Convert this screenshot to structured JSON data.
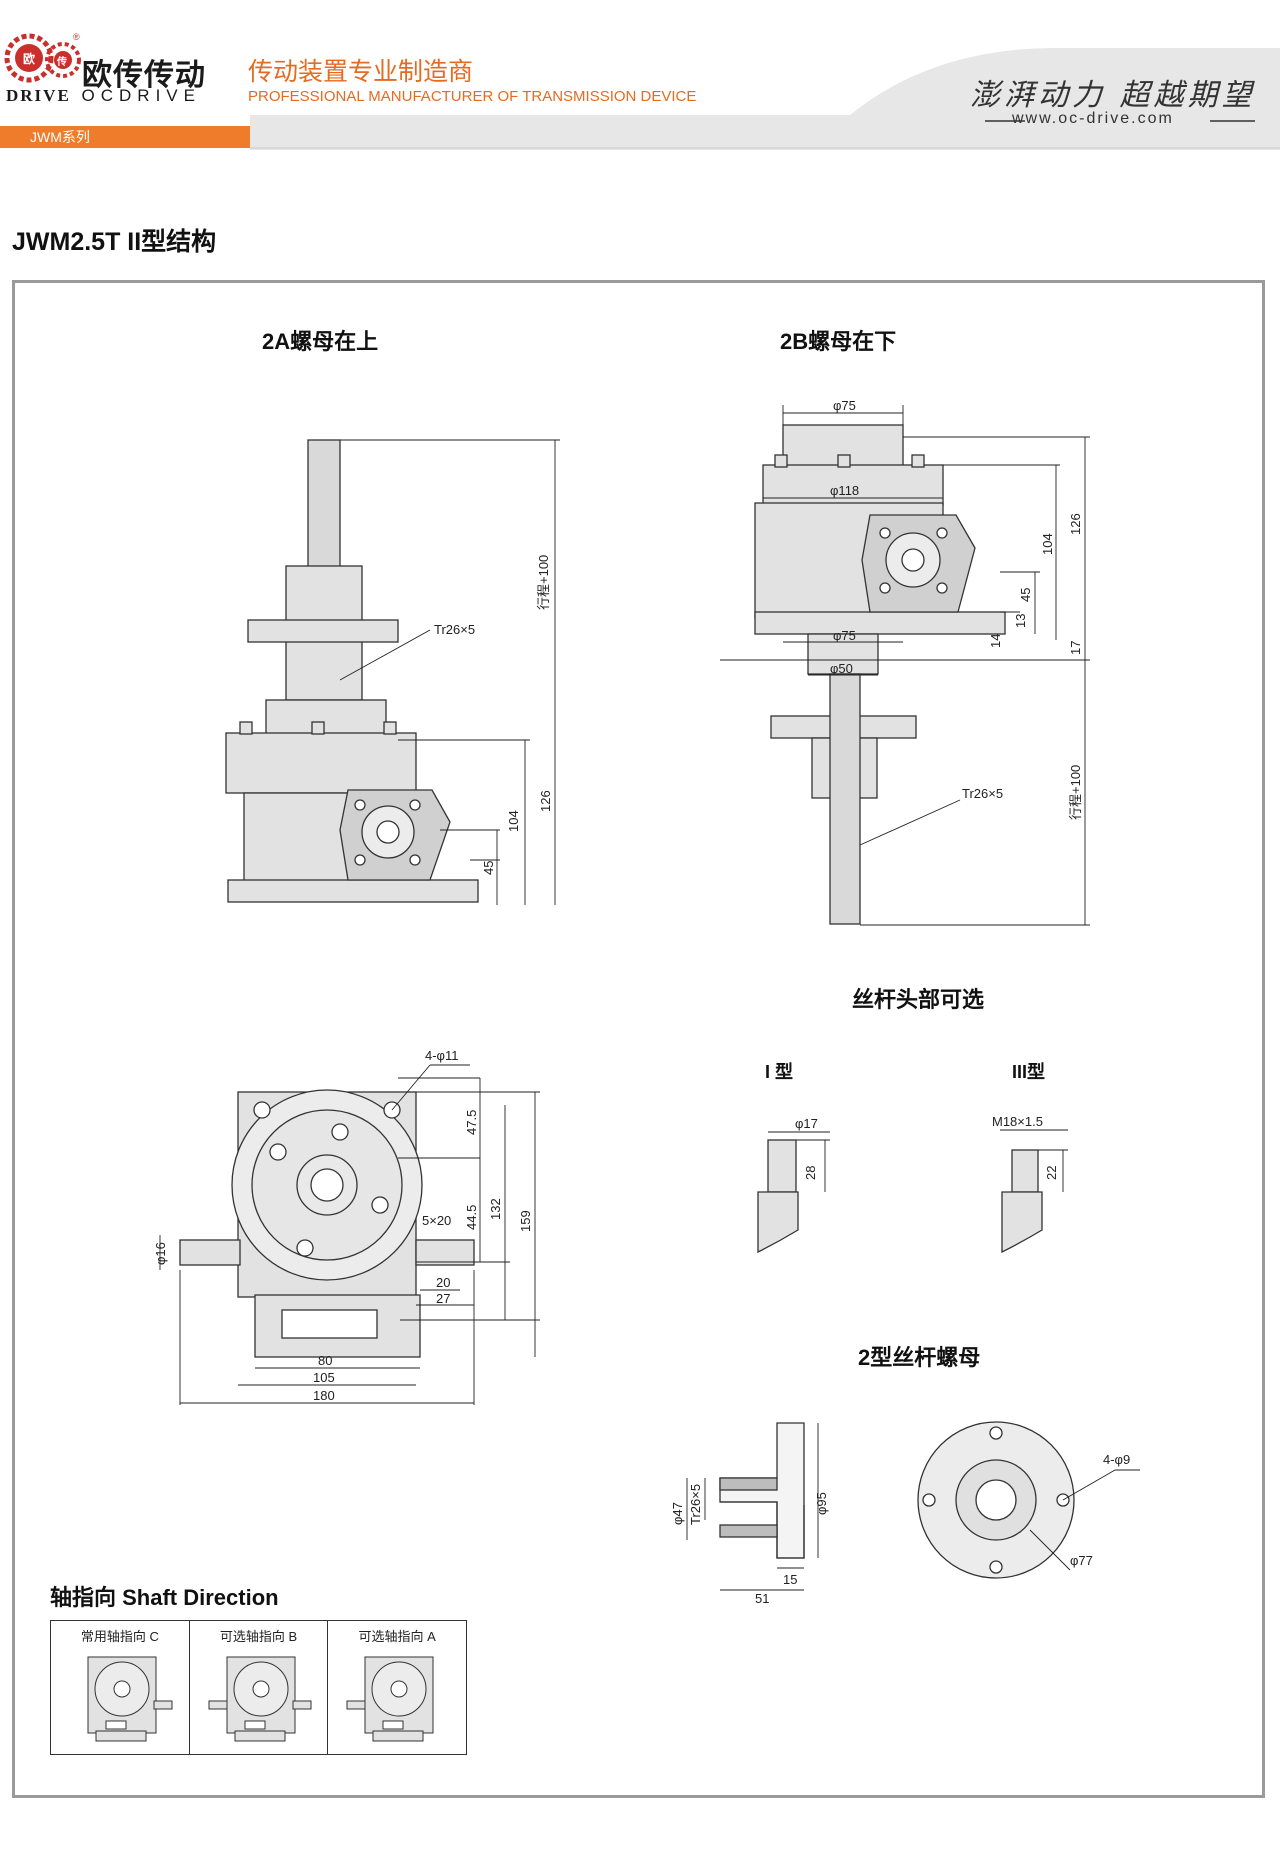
{
  "header": {
    "logo_badge_left": "欧",
    "logo_badge_right": "传",
    "company_cn": "欧传传动",
    "company_en_left": "DRIVE",
    "company_en_right": "OCDRIVE",
    "tagline_cn": "传动装置专业制造商",
    "tagline_en": "PROFESSIONAL MANUFACTURER OF TRANSMISSION DEVICE",
    "series": "JWM系列",
    "motto": "澎湃动力 超越期望",
    "website": "www.oc-drive.com"
  },
  "page_title": "JWM2.5T II型结构",
  "sections": {
    "view_2a": "2A螺母在上",
    "view_2b": "2B螺母在下",
    "screw_head": "丝杆头部可选",
    "type_i": "I 型",
    "type_iii": "III型",
    "nut": "2型丝杆螺母"
  },
  "dims_2a": {
    "thread": "Tr26×5",
    "stroke": "行程+100",
    "h126": "126",
    "h104": "104",
    "h45": "45"
  },
  "dims_2b": {
    "d75_top": "φ75",
    "d118": "φ118",
    "d75_bot": "φ75",
    "d50": "φ50",
    "thread": "Tr26×5",
    "stroke": "行程+100",
    "h126": "126",
    "h104": "104",
    "h45": "45",
    "h13": "13",
    "h14": "14",
    "h17": "17"
  },
  "dims_base": {
    "holes": "4-φ11",
    "d16": "φ16",
    "key": "5×20",
    "h47_5": "47.5",
    "h44_5": "44.5",
    "h132": "132",
    "h159": "159",
    "w20": "20",
    "w27": "27",
    "w80": "80",
    "w105": "105",
    "w180": "180"
  },
  "dims_head": {
    "d17": "φ17",
    "l28": "28",
    "m18": "M18×1.5",
    "l22": "22"
  },
  "dims_nut": {
    "d47": "φ47",
    "thread": "Tr26×5",
    "d95": "φ95",
    "l15": "15",
    "l51": "51",
    "holes": "4-φ9",
    "d77": "φ77"
  },
  "shaft_direction": {
    "title": "轴指向 Shaft Direction",
    "options": [
      "常用轴指向 C",
      "可选轴指向 B",
      "可选轴指向 A"
    ]
  }
}
